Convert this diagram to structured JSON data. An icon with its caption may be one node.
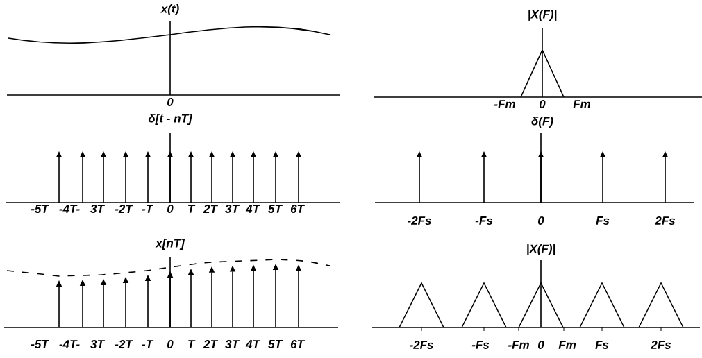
{
  "diagram": {
    "labels": [
      "x(t)",
      "0",
      "δ[t - nT]",
      "-5T",
      "-4T-",
      "3T",
      "-2T",
      "-T",
      "0",
      "T",
      "2T",
      "3T",
      "4T",
      "5T",
      "6T",
      "x[nT]",
      "-5T",
      "-4T-",
      "3T",
      "-2T",
      "-T",
      "0",
      "T",
      "2T",
      "3T",
      "4T",
      "5T",
      "6T",
      "|X(F)|",
      "-Fm",
      "0",
      "Fm",
      "δ(F)",
      "-2Fs",
      "-Fs",
      "0",
      "Fs",
      "2Fs",
      "|X(F)|",
      "-2Fs",
      "-Fs",
      "-Fm",
      "0",
      "Fm",
      "Fs",
      "2Fs"
    ]
  }
}
